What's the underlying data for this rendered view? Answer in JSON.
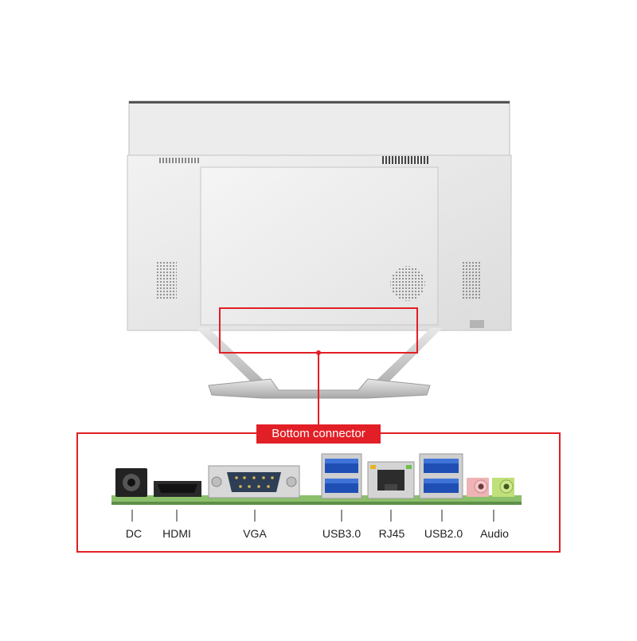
{
  "callout": {
    "title": "Bottom connector",
    "accent_color": "#e21f26"
  },
  "ports": [
    {
      "label": "DC"
    },
    {
      "label": "HDMI"
    },
    {
      "label": "VGA"
    },
    {
      "label": "USB3.0"
    },
    {
      "label": "RJ45"
    },
    {
      "label": "USB2.0"
    },
    {
      "label": "Audio"
    }
  ]
}
